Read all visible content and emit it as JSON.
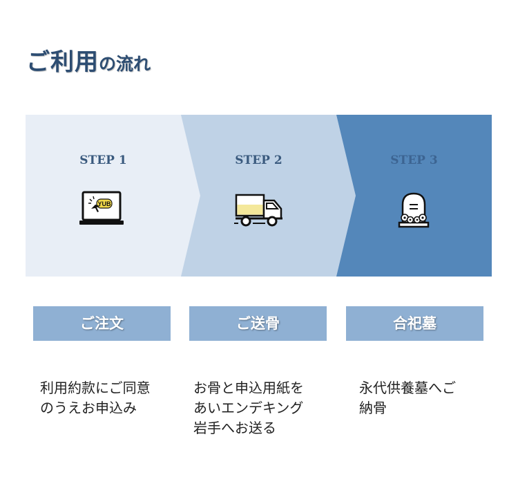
{
  "title": {
    "main": "ご利用",
    "sub": "の流れ"
  },
  "steps": [
    {
      "label": "STEP 1",
      "icon": "laptop-click-icon",
      "badge": "YUB",
      "name": "ご注文",
      "desc": [
        "利用約款にご同意",
        "のうえお申込み"
      ]
    },
    {
      "label": "STEP 2",
      "icon": "delivery-truck-icon",
      "name": "ご送骨",
      "desc": [
        "お骨と申込用紙を",
        "あいエンデキング",
        "岩手へお送る"
      ]
    },
    {
      "label": "STEP 3",
      "icon": "gravestone-flowers-icon",
      "name": "合祀墓",
      "desc": [
        "永代供養墓へご",
        "納骨"
      ]
    }
  ],
  "colors": {
    "title": "#2d4d72",
    "panel1": "#e8eef6",
    "panel2": "#bfd2e6",
    "panel3": "#5487ba",
    "name_box": "#8fb0d3",
    "badge": "#f0d84a"
  }
}
